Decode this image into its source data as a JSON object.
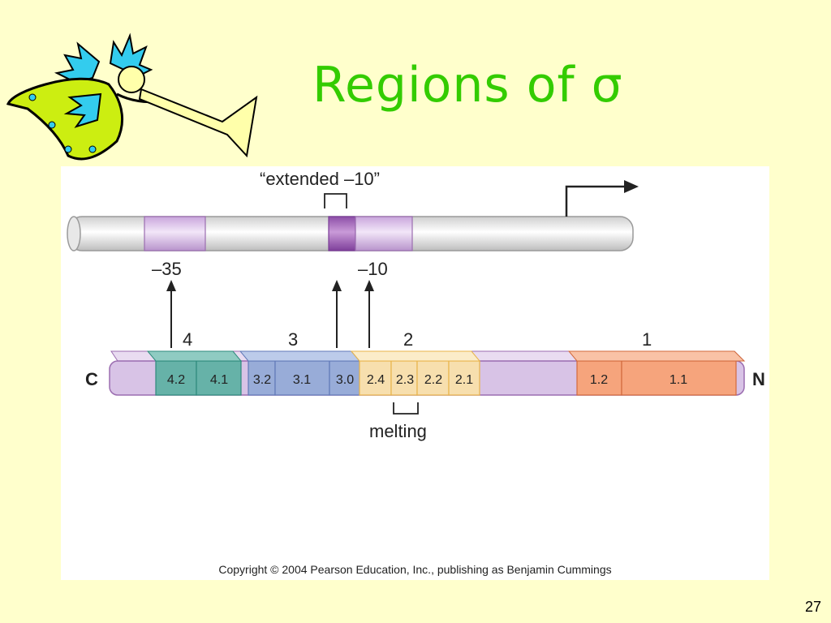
{
  "slide": {
    "title": "Regions of σ",
    "page_number": "27"
  },
  "dna": {
    "extended_label": "“extended –10”",
    "minus35_label": "–35",
    "minus10_label": "–10"
  },
  "sigma": {
    "c_terminus": "C",
    "n_terminus": "N",
    "region_numbers": [
      "4",
      "3",
      "2",
      "1"
    ],
    "subregions": [
      "4.2",
      "4.1",
      "3.2",
      "3.1",
      "3.0",
      "2.4",
      "2.3",
      "2.2",
      "2.1",
      "1.2",
      "1.1"
    ],
    "melting_label": "melting"
  },
  "colors": {
    "background": "#ffffcc",
    "title": "#33cc00",
    "region4": "#66b2a8",
    "region3": "#98acd8",
    "region2": "#f7dfae",
    "region1": "#f6a47c",
    "linker": "#d8c3e6"
  },
  "copyright": "Copyright © 2004 Pearson Education, Inc., publishing as Benjamin Cummings"
}
